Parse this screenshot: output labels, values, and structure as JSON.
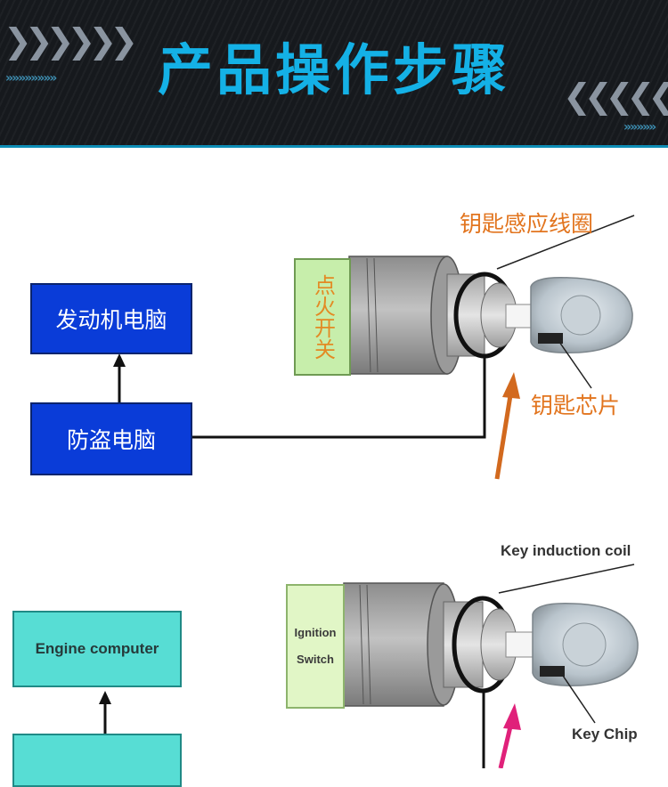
{
  "header": {
    "title": "产品操作步骤",
    "chevrons_left": "❯❯❯❯❯❯",
    "chevrons_right": "❮❮❮❮❮",
    "chevrons_small_left": "»»»»»»»»",
    "chevrons_small_right": "»»»»»"
  },
  "diagram_cn": {
    "engine_computer": "发动机电脑",
    "immobilizer_computer": "防盗电脑",
    "ignition_switch": "点火开关",
    "coil_label": "钥匙感应线圈",
    "chip_label": "钥匙芯片"
  },
  "diagram_en": {
    "engine_computer": "Engine computer",
    "ignition_switch_line1": "Ignition",
    "ignition_switch_line2": "Switch",
    "coil_label": "Key induction coil",
    "chip_label": "Key Chip"
  },
  "colors": {
    "title": "#14b1e6",
    "box_cn": "#0a3cd8",
    "box_en": "#57ddd4",
    "label_cn": "#e2751f",
    "arrow_cn": "#d2691e",
    "arrow_en": "#e0217a"
  }
}
